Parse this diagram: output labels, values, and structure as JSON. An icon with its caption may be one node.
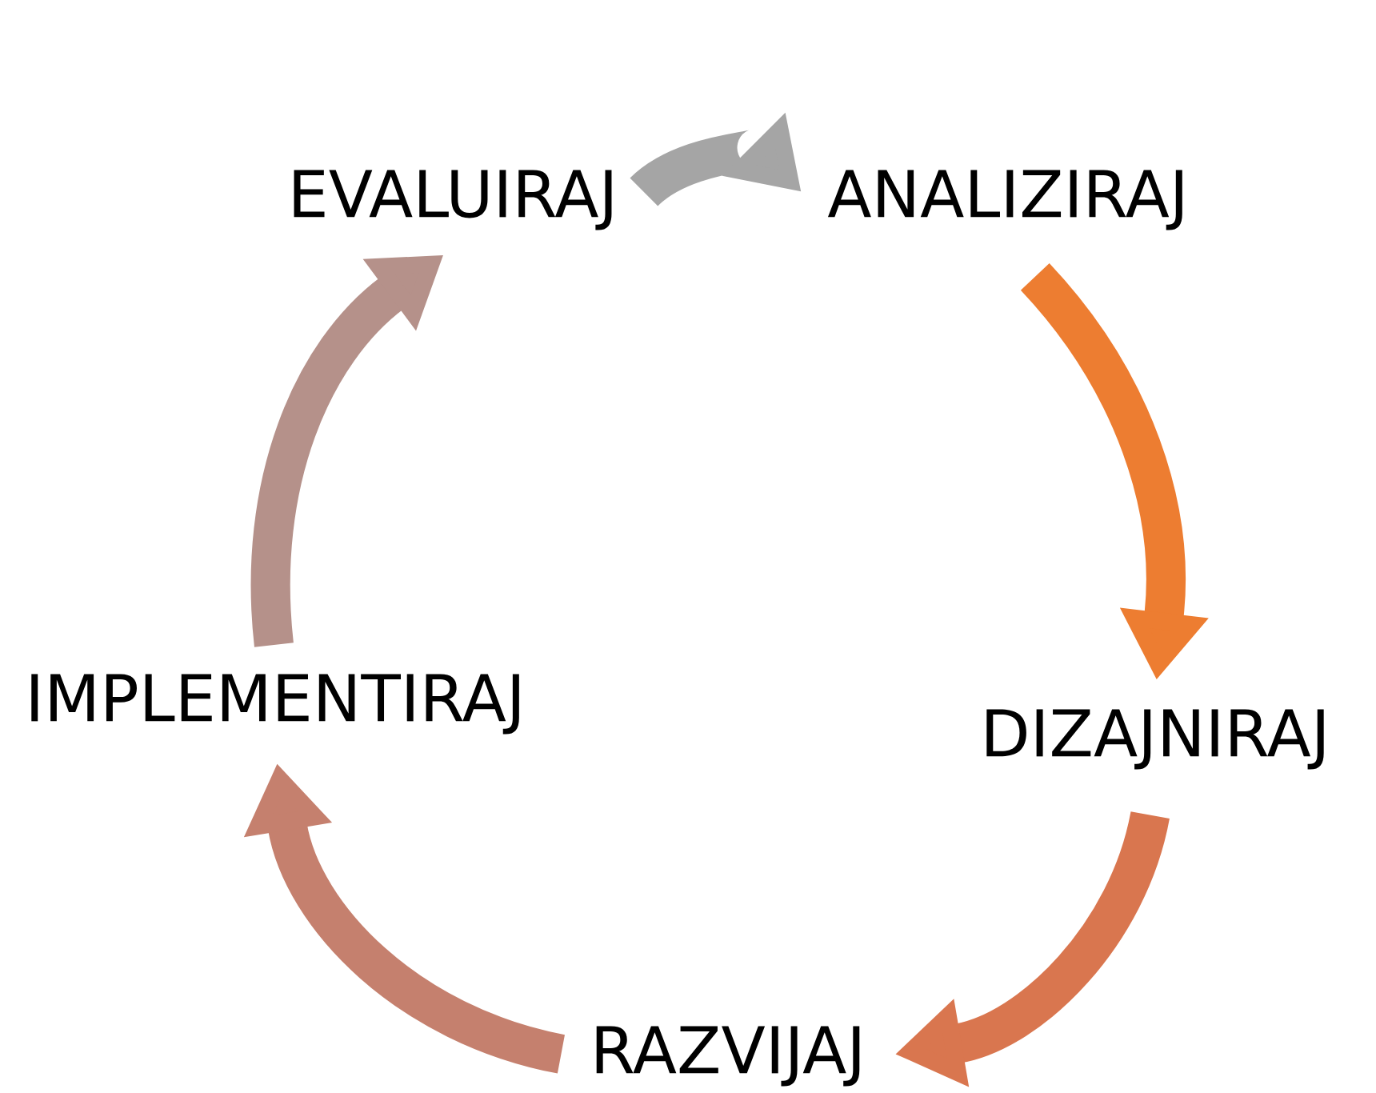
{
  "diagram": {
    "nodes": [
      {
        "text": [
          "EVALUIRAJ"
        ]
      },
      {
        "text": [
          "ANALIZIRAJ"
        ]
      },
      {
        "text": [
          "DIZAJNIRAJ"
        ]
      },
      {
        "text": [
          "RAZVIJAJ"
        ]
      },
      {
        "text": [
          "IMPLEMENTIRAJ"
        ]
      }
    ],
    "edges": [
      {
        "from": 0,
        "to": 1,
        "arrow": "to",
        "color": "#a5a5a5"
      },
      {
        "from": 1,
        "to": 2,
        "arrow": "to",
        "color": "#ed7d31"
      },
      {
        "from": 2,
        "to": 3,
        "arrow": "to",
        "color": "#d9764f"
      },
      {
        "from": 3,
        "to": 4,
        "arrow": "to",
        "color": "#c5806e"
      },
      {
        "from": 4,
        "to": 0,
        "arrow": "to",
        "color": "#b5918a"
      }
    ]
  }
}
